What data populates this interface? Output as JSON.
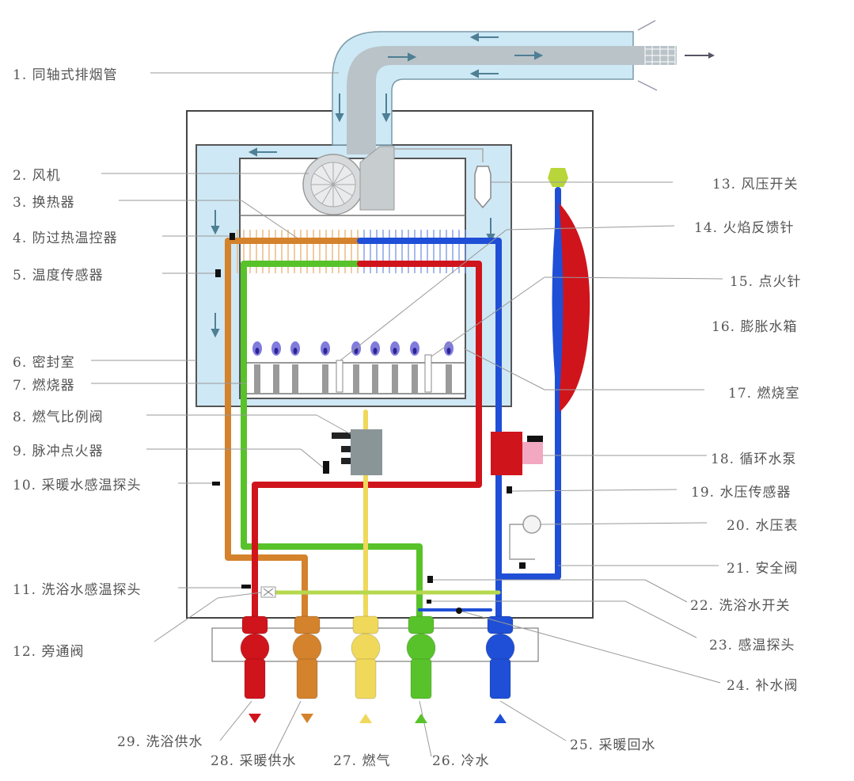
{
  "title": "壁挂炉结构示意图",
  "colors": {
    "casing": "#444444",
    "flue_air": "#cde9f6",
    "flue_exhaust": "#b9c3c8",
    "sealed_chamber": "#cfe8f5",
    "dhw_supply": "#d0141c",
    "heating_supply": "#d4822c",
    "gas": "#f0d85a",
    "cold_water": "#58c22a",
    "heating_return": "#1f4fd6",
    "expansion_tank_red": "#d0141c",
    "air_switch": "#b8d63a",
    "pump_head": "#f2a8c0",
    "valve_body": "#8a9598",
    "flame": "#6b64d8",
    "leader_line": "#888888",
    "label_text": "#555555"
  },
  "labels_left": [
    {
      "id": 1,
      "text": "1. 同轴式排烟管"
    },
    {
      "id": 2,
      "text": "2. 风机"
    },
    {
      "id": 3,
      "text": "3. 换热器"
    },
    {
      "id": 4,
      "text": "4. 防过热温控器"
    },
    {
      "id": 5,
      "text": "5. 温度传感器"
    },
    {
      "id": 6,
      "text": "6. 密封室"
    },
    {
      "id": 7,
      "text": "7. 燃烧器"
    },
    {
      "id": 8,
      "text": "8. 燃气比例阀"
    },
    {
      "id": 9,
      "text": "9. 脉冲点火器"
    },
    {
      "id": 10,
      "text": "10. 采暖水感温探头"
    },
    {
      "id": 11,
      "text": "11.  洗浴水感温探头"
    },
    {
      "id": 12,
      "text": "12. 旁通阀"
    }
  ],
  "labels_right": [
    {
      "id": 13,
      "text": "13. 风压开关"
    },
    {
      "id": 14,
      "text": "14. 火焰反馈针"
    },
    {
      "id": 15,
      "text": "15. 点火针"
    },
    {
      "id": 16,
      "text": "16. 膨胀水箱"
    },
    {
      "id": 17,
      "text": "17. 燃烧室"
    },
    {
      "id": 18,
      "text": "18. 循环水泵"
    },
    {
      "id": 19,
      "text": "19. 水压传感器"
    },
    {
      "id": 20,
      "text": "20. 水压表"
    },
    {
      "id": 21,
      "text": "21. 安全阀"
    },
    {
      "id": 22,
      "text": "22. 洗浴水开关"
    },
    {
      "id": 23,
      "text": "23. 感温探头"
    },
    {
      "id": 24,
      "text": "24. 补水阀"
    }
  ],
  "labels_bottom": [
    {
      "id": 25,
      "text": "25. 采暖回水"
    },
    {
      "id": 26,
      "text": "26. 冷水"
    },
    {
      "id": 27,
      "text": "27. 燃气"
    },
    {
      "id": 28,
      "text": "28. 采暖供水"
    },
    {
      "id": 29,
      "text": "29. 洗浴供水"
    }
  ],
  "connections": [
    {
      "name": "洗浴供水",
      "color_key": "dhw_supply",
      "flow": "out"
    },
    {
      "name": "采暖供水",
      "color_key": "heating_supply",
      "flow": "out"
    },
    {
      "name": "燃气",
      "color_key": "gas",
      "flow": "in"
    },
    {
      "name": "冷水",
      "color_key": "cold_water",
      "flow": "in"
    },
    {
      "name": "采暖回水",
      "color_key": "heating_return",
      "flow": "in"
    }
  ],
  "burner_count": 9
}
